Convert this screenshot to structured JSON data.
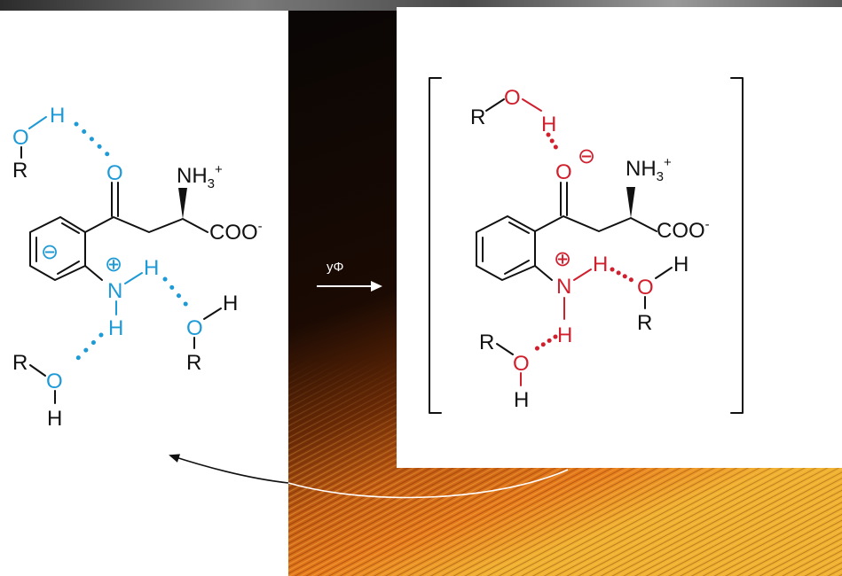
{
  "colors": {
    "ground_state": "#1e9ad6",
    "excited_state": "#d0202e",
    "bond": "#111111",
    "dark_background": "#090605",
    "flame": "#e5781a"
  },
  "ground": {
    "o_top": "O",
    "h_top": "H",
    "r_top": "R",
    "carbonyl_o": "O",
    "amine": "NH",
    "amine_sub": "3",
    "amine_sup": "+",
    "carboxylate": "COO",
    "carboxylate_sup": "-",
    "ring_charge": "⊖",
    "n_charge": "⊕",
    "n": "N",
    "h_n_right": "H",
    "h_n_below": "H",
    "o_right": "O",
    "h_o_right": "H",
    "r_o_right": "R",
    "o_bottom": "O",
    "r_o_bottom": "R",
    "h_o_bottom": "H"
  },
  "arrow_label": "yΦ",
  "excited": {
    "r_top": "R",
    "o_top": "O",
    "h_top": "H",
    "carbonyl_o": "O",
    "o_charge": "⊖",
    "amine": "NH",
    "amine_sub": "3",
    "amine_sup": "+",
    "carboxylate": "COO",
    "carboxylate_sup": "-",
    "n_charge": "⊕",
    "n": "N",
    "h_n_right": "H",
    "o_right": "O",
    "h_o_right": "H",
    "r_o_right": "R",
    "h_n_below": "H",
    "r_o_bottom": "R",
    "o_bottom": "O",
    "h_o_bottom": "H"
  }
}
